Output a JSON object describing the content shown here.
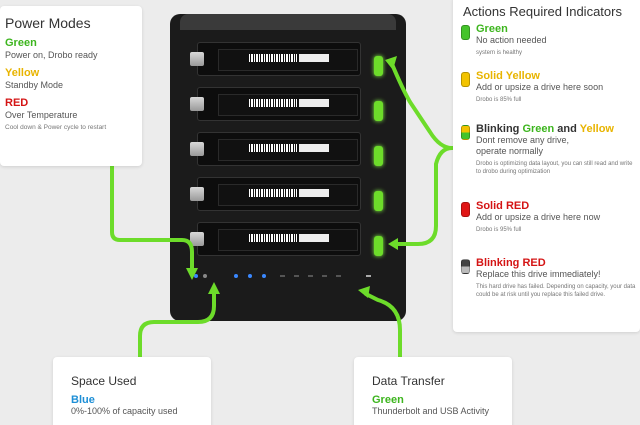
{
  "power": {
    "title": "Power Modes",
    "modes": [
      {
        "name": "Green",
        "desc": "Power on, Drobo ready",
        "color": "#3db51e"
      },
      {
        "name": "Yellow",
        "desc": "Standby Mode",
        "color": "#e8b400"
      },
      {
        "name": "RED",
        "desc": "Over Temperature",
        "note": "Cool down & Power cycle to restart",
        "color": "#d41414"
      }
    ]
  },
  "actions": {
    "title": "Actions Required Indicators",
    "items": [
      {
        "title": "Green",
        "desc": "No action needed",
        "note": "system is healthy"
      },
      {
        "title": "Solid Yellow",
        "desc": "Add or upsize a drive here soon",
        "note": "Drobo is 85% full"
      },
      {
        "title_part1": "Blinking ",
        "title_part2": "Green",
        "title_part3": " and ",
        "title_part4": "Yellow",
        "desc1": "Dont remove any drive,",
        "desc2": "operate normally",
        "note": "Drobo is optimizing data layout, you can still read and write to drobo during optimization"
      },
      {
        "title": "Solid RED",
        "desc": "Add or upsize a drive here now",
        "note": "Drobo is 95% full"
      },
      {
        "title": "Blinking RED",
        "desc": "Replace this drive immediately!",
        "note": "This hard drive has failed. Depending on capacity, your data could be at risk until you replace this failed drive."
      }
    ]
  },
  "space": {
    "title": "Space Used",
    "mode": "Blue",
    "desc": "0%-100% of capacity used"
  },
  "transfer": {
    "title": "Data Transfer",
    "mode": "Green",
    "desc": "Thunderbolt and USB Activity"
  },
  "colors": {
    "arrow": "#6ddc2a",
    "green": "#3db51e",
    "yellow": "#e8b400",
    "red": "#d41414",
    "blue": "#1e8fd6"
  }
}
